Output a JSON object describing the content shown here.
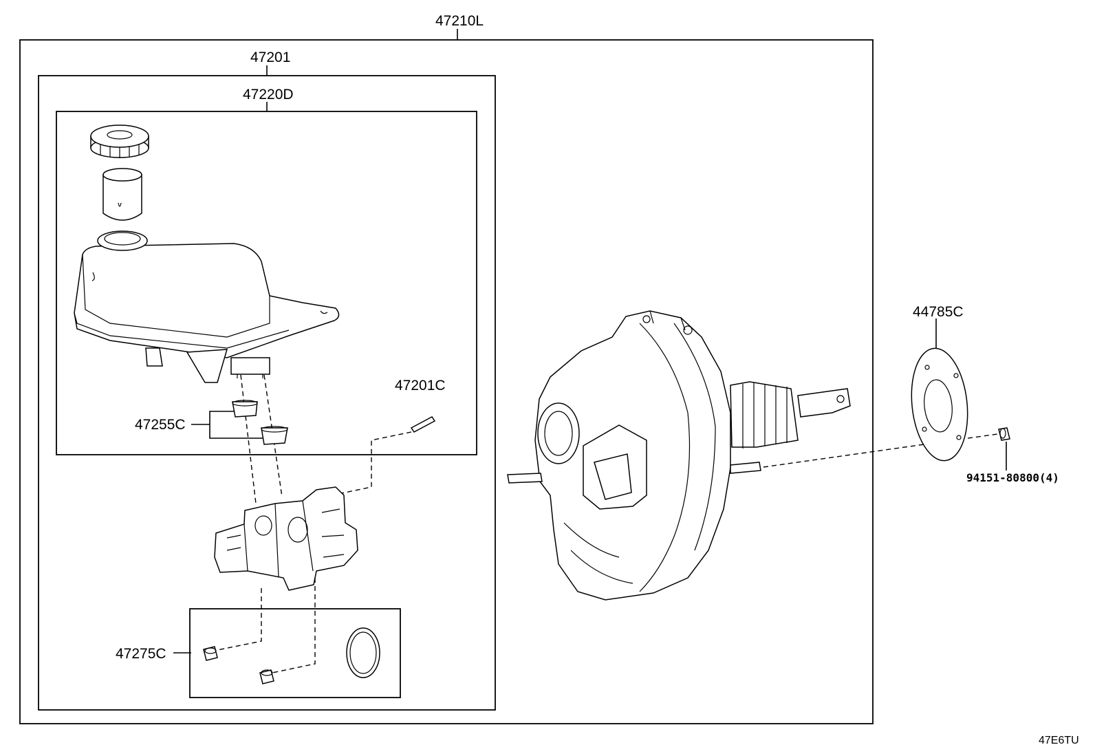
{
  "labels": {
    "assembly": "47210L",
    "master_cylinder": "47201",
    "reservoir": "47220D",
    "pin": "47201C",
    "grommet": "47255C",
    "plug_kit": "47275C",
    "gasket": "44785C",
    "nut": "94151-80800(4)"
  },
  "figure_code": "47E6TU"
}
